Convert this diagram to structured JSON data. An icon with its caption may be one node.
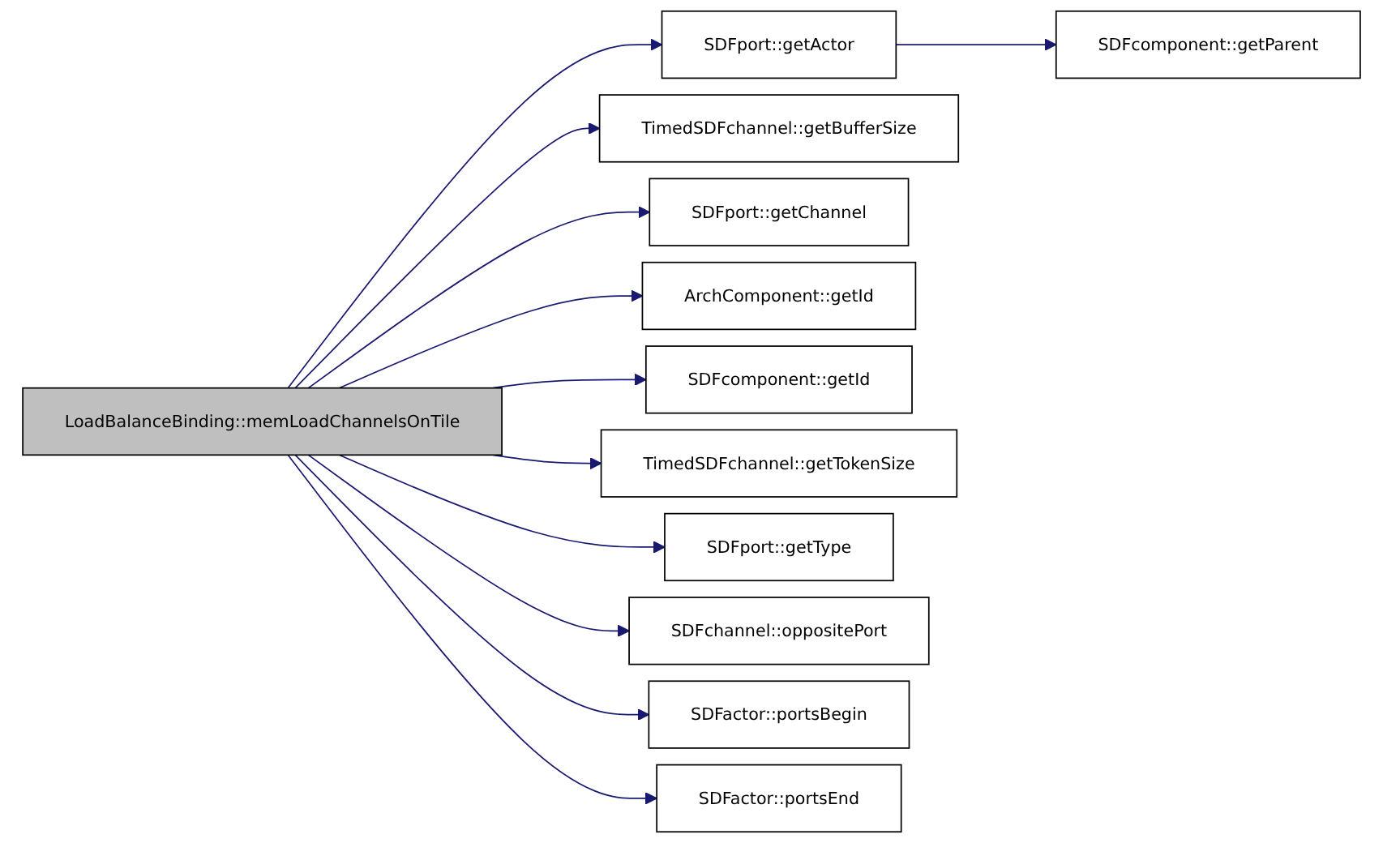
{
  "diagram": {
    "nodes": [
      {
        "text": [
          "LoadBalanceBinding::memLoadChannelsOnTile"
        ]
      },
      {
        "text": [
          "SDFport::getActor"
        ]
      },
      {
        "text": [
          "SDFcomponent::getParent"
        ]
      },
      {
        "text": [
          "TimedSDFchannel::getBufferSize"
        ]
      },
      {
        "text": [
          "SDFport::getChannel"
        ]
      },
      {
        "text": [
          "ArchComponent::getId"
        ]
      },
      {
        "text": [
          "SDFcomponent::getId"
        ]
      },
      {
        "text": [
          "TimedSDFchannel::getTokenSize"
        ]
      },
      {
        "text": [
          "SDFport::getType"
        ]
      },
      {
        "text": [
          "SDFchannel::oppositePort"
        ]
      },
      {
        "text": [
          "SDFactor::portsBegin"
        ]
      },
      {
        "text": [
          "SDFactor::portsEnd"
        ]
      }
    ],
    "edges": [
      {
        "from": 0,
        "to": 1,
        "arrow": "to"
      },
      {
        "from": 1,
        "to": 2,
        "arrow": "to"
      },
      {
        "from": 0,
        "to": 3,
        "arrow": "to"
      },
      {
        "from": 0,
        "to": 4,
        "arrow": "to"
      },
      {
        "from": 0,
        "to": 5,
        "arrow": "to"
      },
      {
        "from": 0,
        "to": 6,
        "arrow": "to"
      },
      {
        "from": 0,
        "to": 7,
        "arrow": "to"
      },
      {
        "from": 0,
        "to": 8,
        "arrow": "to"
      },
      {
        "from": 0,
        "to": 9,
        "arrow": "to"
      },
      {
        "from": 0,
        "to": 10,
        "arrow": "to"
      },
      {
        "from": 0,
        "to": 11,
        "arrow": "to"
      }
    ]
  }
}
